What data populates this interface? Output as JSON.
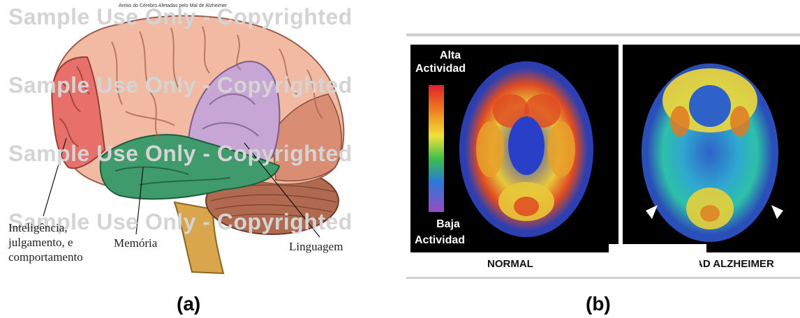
{
  "panel_a": {
    "title": "Areas do Cérebro Afetadas pelo Mal de Alzheimer",
    "watermark": "Sample Use Only - Copyrighted",
    "labels": {
      "intelligence": [
        "Inteligência,",
        "julgamento, e",
        "comportamento"
      ],
      "memory": "Memória",
      "language": "Linguagem"
    },
    "region_colors": {
      "frontal": "#e8706a",
      "cortex": "#f2b9a3",
      "temporal": "#3f9a6c",
      "language_area": "#c7a6d6",
      "posterior": "#d98d73",
      "cerebellum": "#b06a4f",
      "brainstem": "#d9a64e"
    },
    "caption": "(a)"
  },
  "panel_b": {
    "scale_high": [
      "Alta",
      "Actividad"
    ],
    "scale_low": [
      "Baja",
      "Actividad"
    ],
    "left_label": "NORMAL",
    "right_label": "AD ALZHEIMER",
    "caption": "(b)"
  }
}
